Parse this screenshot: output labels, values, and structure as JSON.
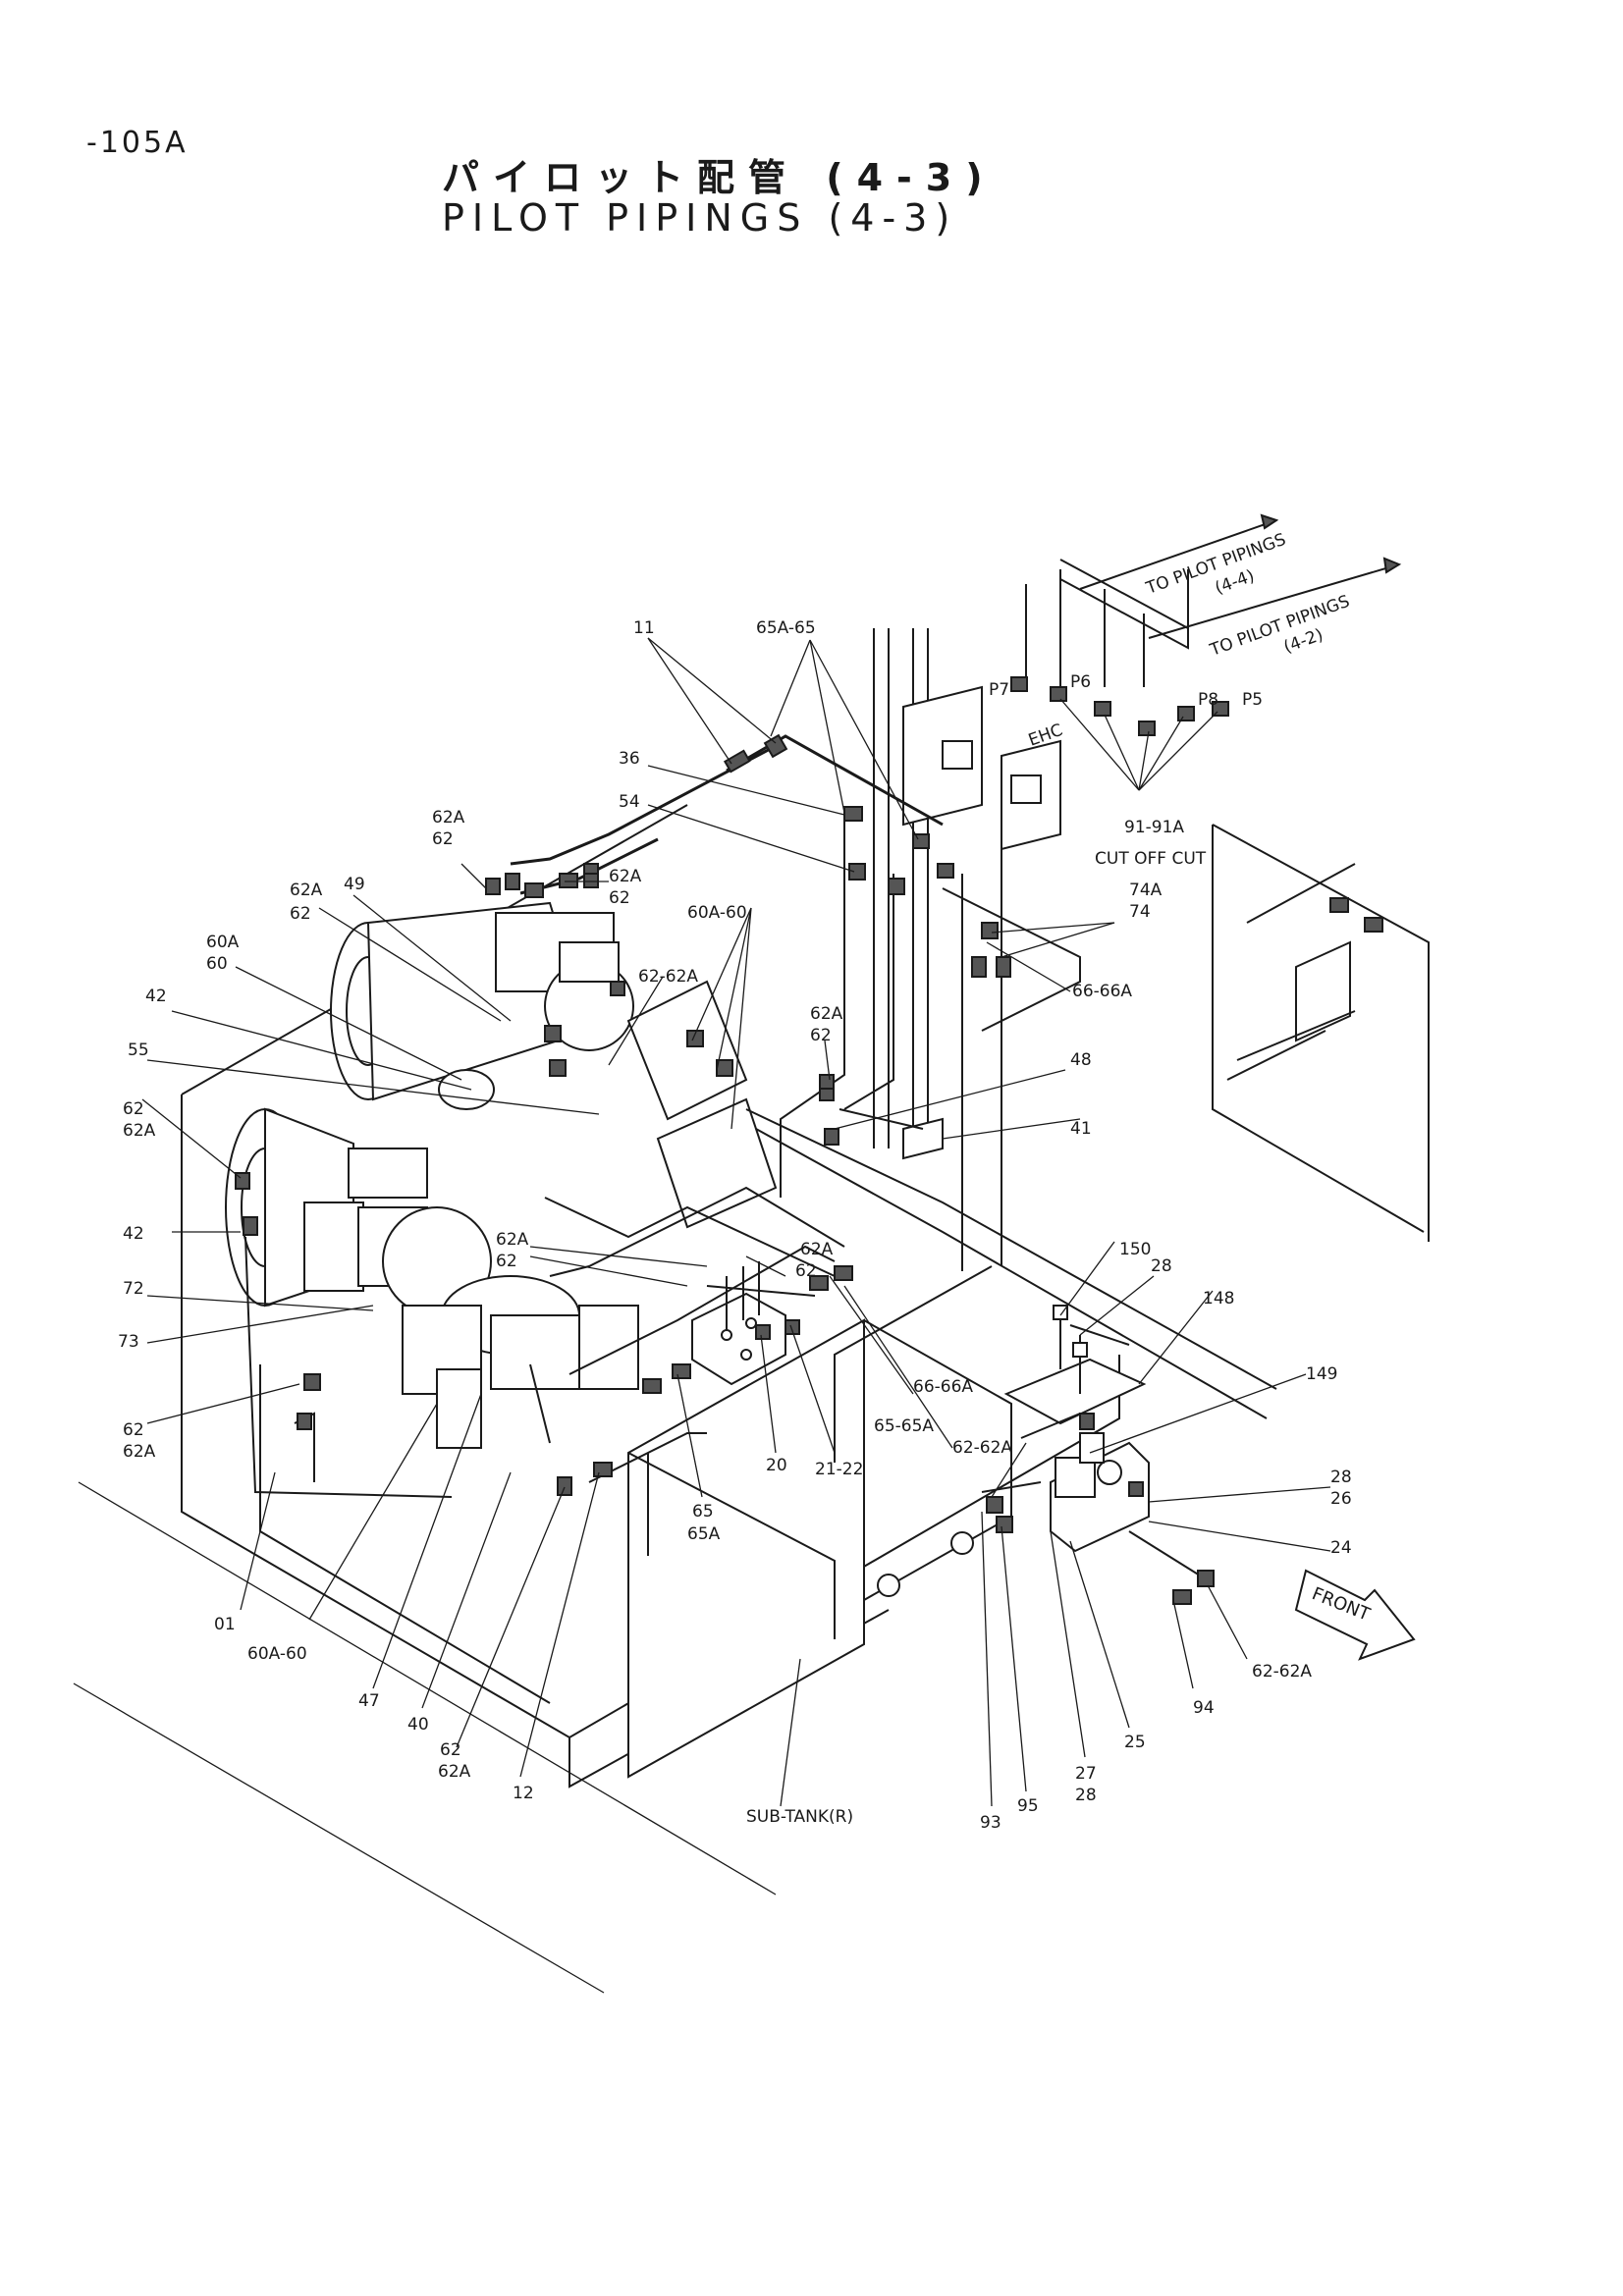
{
  "header": {
    "page_code": "-105A",
    "title_jp": "パイロット配管 (4-3)",
    "title_en": "PILOT PIPINGS (4-3)"
  },
  "callouts": {
    "to_pilot_44_line1": "TO PILOT PIPINGS",
    "to_pilot_44_line2": "(4-4)",
    "to_pilot_42_line1": "TO PILOT PIPINGS",
    "to_pilot_42_line2": "(4-2)",
    "front": "FRONT",
    "sub_tank": "SUB-TANK(R)",
    "ehc": "EHC",
    "cut_off_cut": "CUT OFF CUT"
  },
  "port_labels": {
    "p7": "P7",
    "p6": "P6",
    "p8": "P8",
    "p5": "P5"
  },
  "part_numbers": {
    "n11": "11",
    "n65a65_top": "65A-65",
    "n36": "36",
    "n54": "54",
    "n62a_1": "62A",
    "n62_1": "62",
    "n62a_2": "62A",
    "n62_2": "62",
    "n62a_3": "62A",
    "n62_3": "62",
    "n49": "49",
    "n60a_1": "60A",
    "n60_1": "60",
    "n60a60_top": "60A-60",
    "n42_1": "42",
    "n62_62a_mid": "62-62A",
    "n55": "55",
    "n62a_4": "62A",
    "n62_4": "62",
    "n48": "48",
    "n41": "41",
    "n62_5": "62",
    "n62a_5": "62A",
    "n42_2": "42",
    "n62a_6": "62A",
    "n62_6": "62",
    "n62a_7": "62A",
    "n62_7": "62",
    "n72": "72",
    "n73": "73",
    "n62_8": "62",
    "n62a_8": "62A",
    "n91_91a": "91-91A",
    "n74a": "74A",
    "n74": "74",
    "n66_66a_1": "66-66A",
    "n150": "150",
    "n28_1": "28",
    "n148": "148",
    "n149": "149",
    "n66_66a_2": "66-66A",
    "n65_65a_mid": "65-65A",
    "n62_62a_low": "62-62A",
    "n28_2": "28",
    "n26": "26",
    "n24": "24",
    "n20": "20",
    "n21_22": "21-22",
    "n65": "65",
    "n65a": "65A",
    "n01": "01",
    "n60a_60_low": "60A-60",
    "n47": "47",
    "n40": "40",
    "n62_9": "62",
    "n62a_9": "62A",
    "n12": "12",
    "n93": "93",
    "n95": "95",
    "n27": "27",
    "n28_3": "28",
    "n25": "25",
    "n94": "94",
    "n62_62a_right": "62-62A"
  }
}
